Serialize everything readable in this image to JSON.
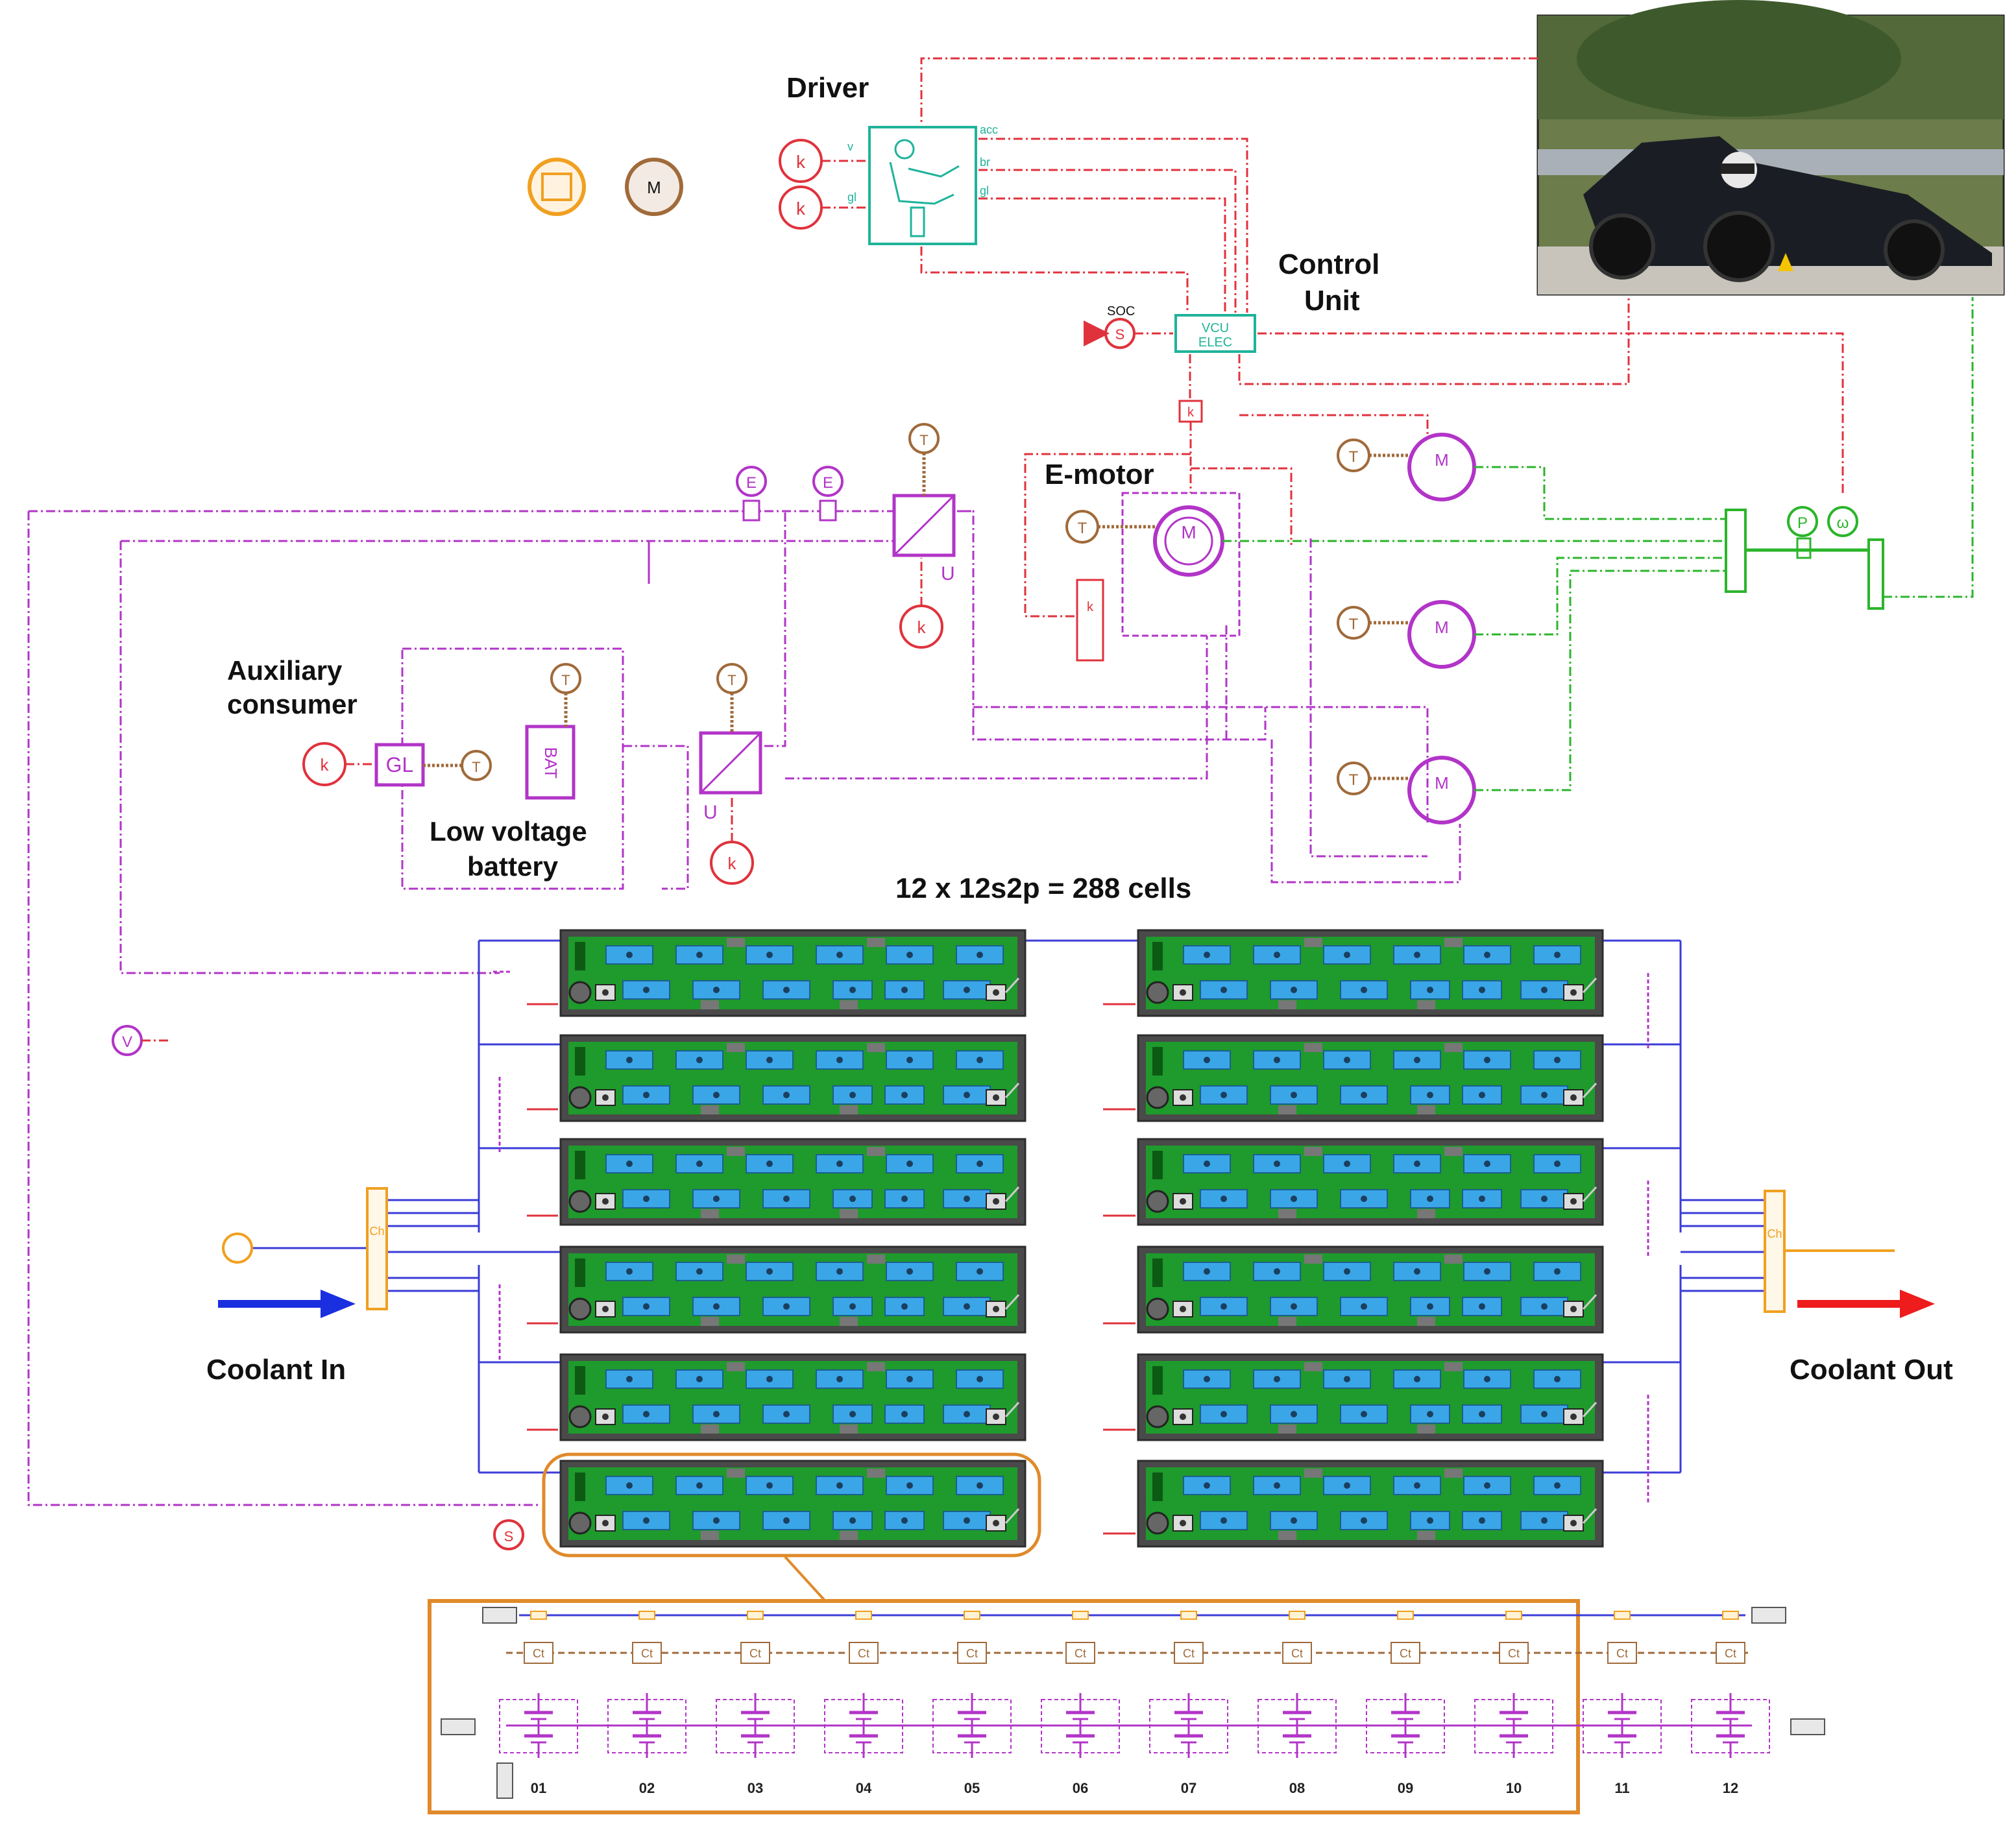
{
  "labels": {
    "driver": "Driver",
    "control_unit_line1": "Control",
    "control_unit_line2": "Unit",
    "emotor": "E-motor",
    "aux_line1": "Auxiliary",
    "aux_line2": "consumer",
    "lvb_line1": "Low voltage",
    "lvb_line2": "battery",
    "pack_title": "12 x 12s2p = 288 cells",
    "coolant_in": "Coolant In",
    "coolant_out": "Coolant Out"
  },
  "blocks": {
    "vcu_line1": "VCU",
    "vcu_line2": "ELEC",
    "soc": "SOC",
    "s_sensor": "S",
    "k": "k",
    "t": "T",
    "m": "M",
    "e": "E",
    "u": "U",
    "gl": "GL",
    "bat": "BAT",
    "v": "V",
    "p": "P",
    "omega": "ω",
    "ch": "Ch",
    "ct": "Ct",
    "driver_ports": [
      "acc",
      "br",
      "gl"
    ],
    "driver_inputs": [
      "v",
      "gl"
    ]
  },
  "cells": [
    "01",
    "02",
    "03",
    "04",
    "05",
    "06",
    "07",
    "08",
    "09",
    "10",
    "11",
    "12"
  ],
  "colors": {
    "electrical": "#b234c8",
    "signal": "#e0323c",
    "mechanical": "#2bb52b",
    "coolant": "#3b3bd8",
    "thermal": "#a06a3a",
    "highlight": "#e08a2a",
    "coolant_in_arrow": "#1a2fe0",
    "coolant_out_arrow": "#ee1c1c",
    "driver_block": "#1fb39a"
  },
  "icons": [
    "race-car-photo",
    "driver-seat-icon",
    "dc-dc-converter-icon",
    "motor-icon",
    "battery-module-icon",
    "transmission-icon"
  ]
}
